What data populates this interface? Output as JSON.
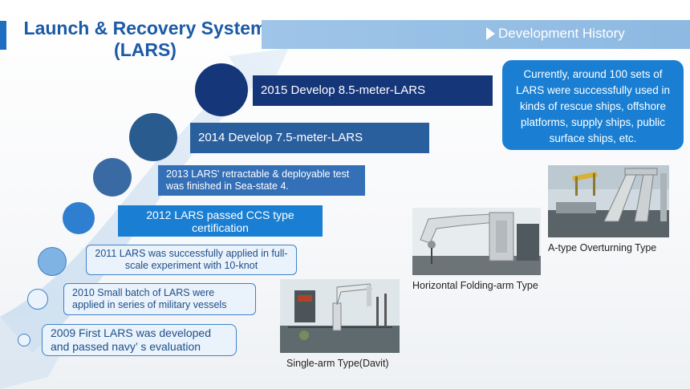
{
  "title": {
    "line1": "Launch & Recovery System",
    "line2": "(LARS)"
  },
  "header": {
    "label": "Development History",
    "icon": "play-icon"
  },
  "timeline": [
    {
      "text": "2009 First LARS was developed and passed navy’ s evaluation"
    },
    {
      "text": "2010 Small batch of LARS were applied in series of military vessels"
    },
    {
      "text": "2011 LARS was successfully applied in full-scale experiment with 10-knot"
    },
    {
      "text": "2012 LARS passed CCS type certification"
    },
    {
      "text": "2013 LARS' retractable & deployable test was finished in Sea-state 4."
    },
    {
      "text": "2014 Develop 7.5-meter-LARS"
    },
    {
      "text": "2015 Develop 8.5-meter-LARS"
    }
  ],
  "note": {
    "text": "Currently, around 100 sets of LARS were successfully used in kinds of rescue ships, offshore platforms, supply ships, public surface ships, etc."
  },
  "photos": [
    {
      "caption": "Single-arm Type(Davit)"
    },
    {
      "caption": "Horizontal Folding-arm Type"
    },
    {
      "caption": "A-type Overturning Type"
    }
  ],
  "colors": {
    "title": "#1b5aa6",
    "accent": "#1e6fc2",
    "dark_navy": "#16367a",
    "mid_blue": "#2a5f9e",
    "bright_blue": "#1a7fd3",
    "light_box": "#eaf2fb"
  }
}
